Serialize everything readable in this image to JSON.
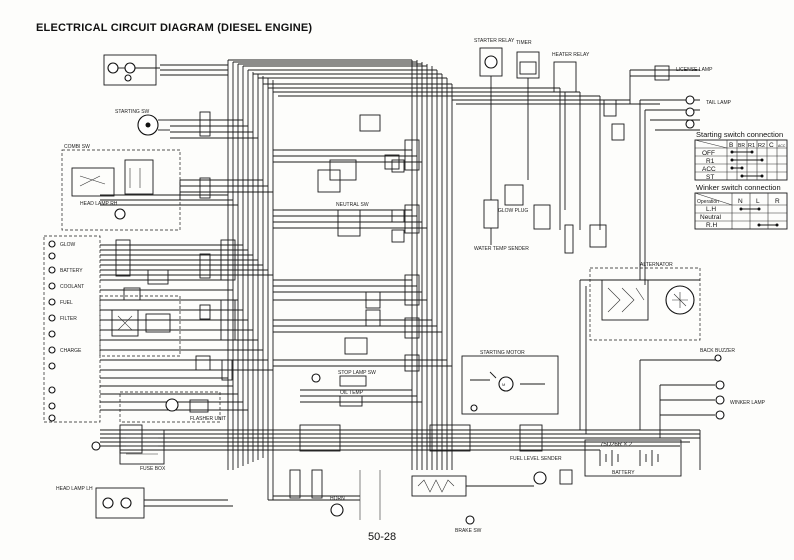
{
  "title": "ELECTRICAL CIRCUIT DIAGRAM (DIESEL ENGINE)",
  "page_number": "50-28",
  "starting_switch_table": {
    "title": "Starting switch connection",
    "columns": [
      "B",
      "BR",
      "R1",
      "R2",
      "C",
      "ACC"
    ],
    "rows": [
      "OFF",
      "R1",
      "ACC",
      "ST"
    ]
  },
  "winker_switch_table": {
    "title": "Winker switch connection",
    "corner": "Operation",
    "columns": [
      "N",
      "L",
      "R"
    ],
    "rows": [
      "L.H",
      "Neutral",
      "R.H"
    ]
  },
  "indicator_labels": [
    "GLOW",
    "BATTERY",
    "COOLANT",
    "FUEL",
    "FILTER",
    "CHARGE"
  ],
  "component_labels": {
    "head_lamp_rh": "HEAD LAMP RH",
    "combi_sw": "COMBI SW",
    "starting_sw": "STARTING SW",
    "neutral_sw": "NEUTRAL SW",
    "water_temp_sender": "WATER TEMP SENDER",
    "alternator": "ALTERNATOR",
    "starting_motor": "STARTING MOTOR",
    "battery": "BATTERY",
    "battery_spec": "75D26R × 2",
    "fuel_level_sender": "FUEL LEVEL SENDER",
    "brake_sw": "BRAKE SW",
    "back_buzzer": "BACK BUZZER",
    "tail_lamp": "TAIL LAMP",
    "stop_lamp_sw": "STOP LAMP SW",
    "oil_temp": "OIL TEMP",
    "starter_relay": "STARTER RELAY",
    "timer_unit": "TIMER",
    "heater_relay": "HEATER RELAY",
    "glow_plug": "GLOW PLUG",
    "horn": "HORN",
    "head_lamp_lh": "HEAD LAMP LH",
    "license_lamp": "LICENSE LAMP",
    "winker_lamp": "WINKER LAMP",
    "flasher_unit": "FLASHER UNIT",
    "fuse_box": "FUSE BOX"
  }
}
